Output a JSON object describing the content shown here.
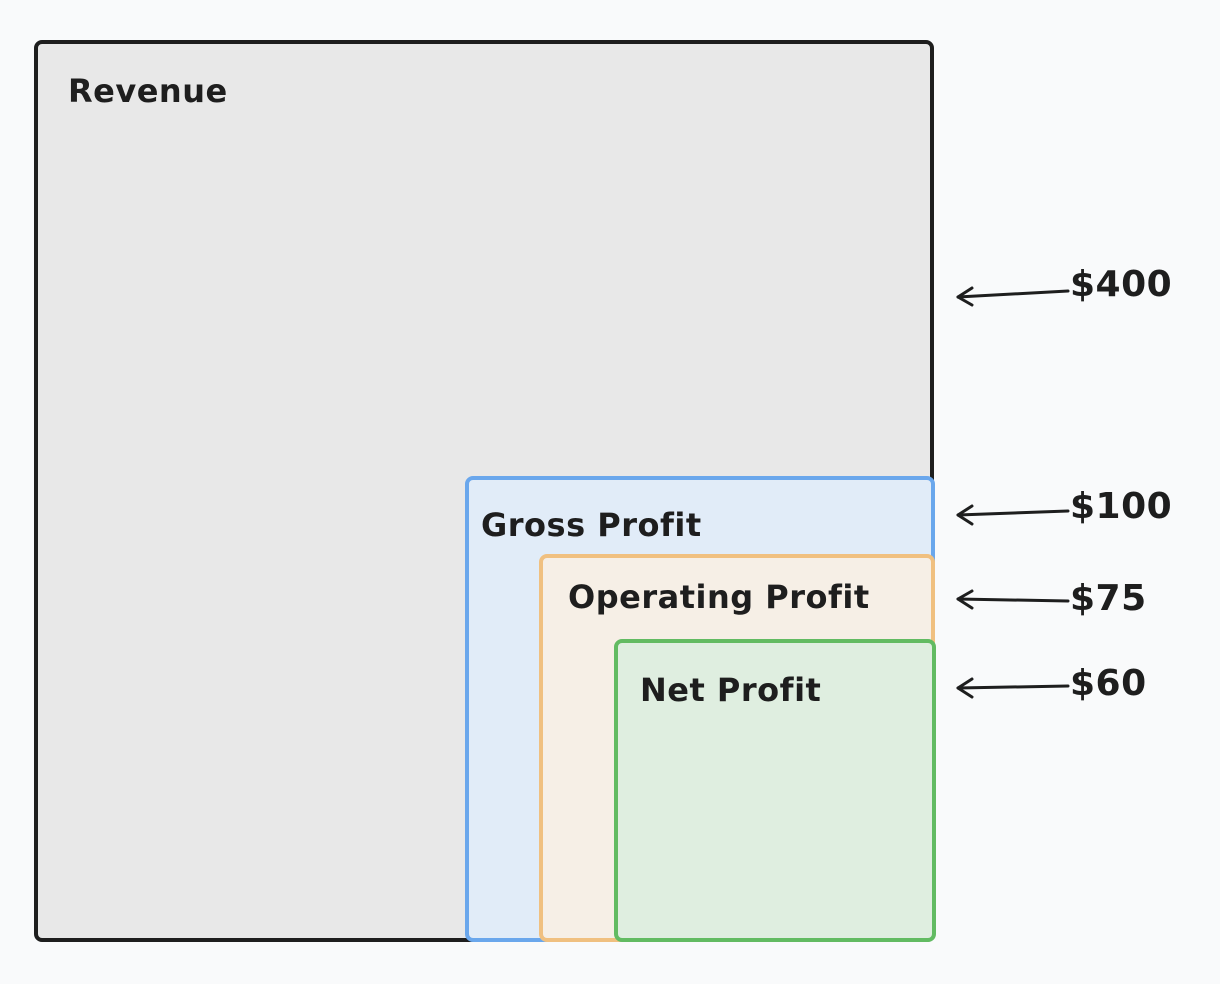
{
  "boxes": {
    "revenue": {
      "label": "Revenue",
      "border_color": "#1e1e1e",
      "fill_color": "#e8e8e8"
    },
    "gross_profit": {
      "label": "Gross Profit",
      "border_color": "#6aa7ec",
      "fill_color": "#e1ecf8"
    },
    "operating_profit": {
      "label": "Operating Profit",
      "border_color": "#f0c080",
      "fill_color": "#f6efe6"
    },
    "net_profit": {
      "label": "Net Profit",
      "border_color": "#62bb62",
      "fill_color": "#dfeee0"
    }
  },
  "values": {
    "revenue": "$400",
    "gross_profit": "$100",
    "operating_profit": "$75",
    "net_profit": "$60"
  }
}
